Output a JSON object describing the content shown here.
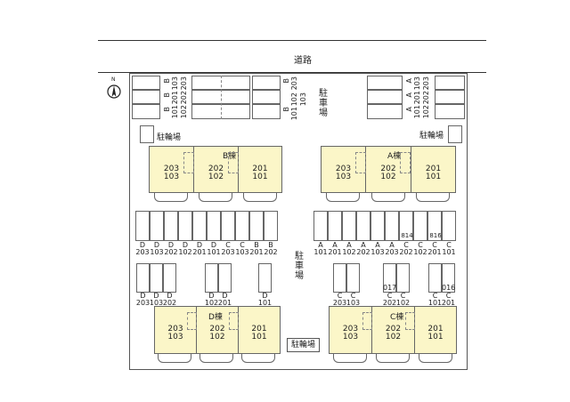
{
  "road_label": "道路",
  "parking_label_top": [
    "駐",
    "車",
    "場"
  ],
  "parking_label_mid": [
    "駐",
    "車",
    "場"
  ],
  "bicycle_parking_label": "駐輪場",
  "north_mark": "N",
  "buildings": {
    "B": {
      "name": "B棟",
      "units": [
        {
          "upper": "203",
          "lower": "103"
        },
        {
          "upper": "202",
          "lower": "102"
        },
        {
          "upper": "201",
          "lower": "101"
        }
      ]
    },
    "A": {
      "name": "A棟",
      "units": [
        {
          "upper": "203",
          "lower": "103"
        },
        {
          "upper": "202",
          "lower": "102"
        },
        {
          "upper": "201",
          "lower": "101"
        }
      ]
    },
    "D": {
      "name": "D棟",
      "units": [
        {
          "upper": "203",
          "lower": "103"
        },
        {
          "upper": "202",
          "lower": "102"
        },
        {
          "upper": "201",
          "lower": "101"
        }
      ]
    },
    "C": {
      "name": "C棟",
      "units": [
        {
          "upper": "203",
          "lower": "103"
        },
        {
          "upper": "202",
          "lower": "102"
        },
        {
          "upper": "201",
          "lower": "101"
        }
      ]
    }
  },
  "top_left_block": {
    "letters": [
      "B",
      "B",
      "B"
    ],
    "numbers": [
      "101",
      "102",
      "201",
      "202",
      "103",
      "203"
    ]
  },
  "top_right_block": {
    "letters": [
      "A",
      "A",
      "A"
    ],
    "numbers": [
      "101",
      "102",
      "201",
      "202",
      "103",
      "203"
    ]
  },
  "top_mid_block": {
    "letters": [
      "B",
      "B"
    ],
    "numbers": [
      "101",
      "102",
      "103",
      "203"
    ]
  },
  "row_mid_letters": [
    "D",
    "D",
    "D",
    "D",
    "D",
    "D",
    "C",
    "C",
    "B",
    "B",
    "A",
    "A",
    "A",
    "A",
    "A",
    "A",
    "C",
    "C",
    "C",
    "C"
  ],
  "row_mid_numbers": [
    "203",
    "103",
    "202",
    "102",
    "201",
    "101",
    "203",
    "103",
    "201",
    "202",
    "101",
    "201",
    "102",
    "202",
    "103",
    "203",
    "202",
    "102",
    "201",
    "101"
  ],
  "row_mid_marks": [
    "814",
    "816"
  ],
  "row_low_left_letters": [
    "D",
    "D",
    "D"
  ],
  "row_low_left_numbers": [
    "203",
    "103",
    "202"
  ],
  "row_low_d2_letters": [
    "D",
    "D"
  ],
  "row_low_d2_numbers": [
    "102",
    "201"
  ],
  "row_low_d1_letter": "D",
  "row_low_d1_number": "101",
  "row_low_c_letters": [
    "C",
    "C",
    "C",
    "C",
    "C",
    "C"
  ],
  "row_low_c_numbers": [
    "203",
    "103",
    "202",
    "102",
    "101",
    "201"
  ],
  "row_low_marks": [
    "017",
    "016"
  ]
}
